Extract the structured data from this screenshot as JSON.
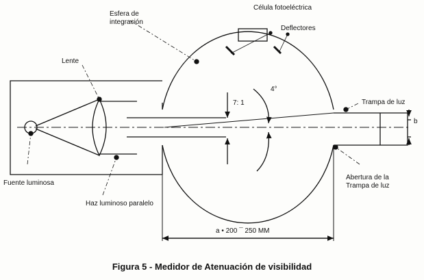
{
  "labels": {
    "photocell": "Célula fotoeléctrica",
    "sphere": "Esfera de",
    "sphere2": "integración",
    "deflectors": "Deflectores",
    "lens": "Lente",
    "angle1": "7: 1",
    "angle2": "4°",
    "light_trap": "Trampa de luz",
    "b": "b",
    "source": "Fuente luminosa",
    "beam": "Haz luminoso paralelo",
    "trap_opening": "Abertura de la",
    "trap_opening2": "Trampa de luz",
    "dimension": "a • 200 ¯ 250 MM"
  },
  "caption": "Figura 5 - Medidor de Atenuación de visibilidad"
}
